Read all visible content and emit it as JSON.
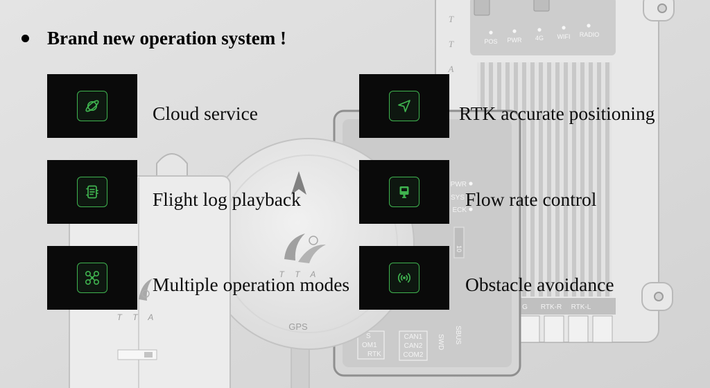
{
  "slide": {
    "heading": "Brand new operation system !"
  },
  "features": {
    "left": [
      {
        "label": "Cloud service",
        "icon": "planet-icon"
      },
      {
        "label": "Flight log playback",
        "icon": "log-book-icon"
      },
      {
        "label": "Multiple operation modes",
        "icon": "drone-icon"
      }
    ],
    "right": [
      {
        "label": "RTK accurate positioning",
        "icon": "navigation-arrow-icon"
      },
      {
        "label": "Flow rate control",
        "icon": "flow-meter-icon"
      },
      {
        "label": "Obstacle avoidance",
        "icon": "radar-signal-icon"
      }
    ]
  },
  "colors": {
    "background": "#d9d9d9",
    "tile": "#0a0a0a",
    "icon_accent": "#3fb34f",
    "text": "#0d0d0d"
  },
  "background_photo": {
    "controller": {
      "indicators": [
        "POS",
        "PWR",
        "4G",
        "WIFI",
        "RADIO"
      ],
      "ports": [
        "G",
        "RTK-R",
        "RTK-L"
      ],
      "brand": "T T A"
    },
    "gps_module": {
      "label": "GPS",
      "brand": "T T A"
    },
    "control_board": {
      "leds": [
        "PWR",
        "SYS",
        "ECK"
      ],
      "port_box": [
        "CAN1",
        "CAN2",
        "COM2"
      ],
      "port_side": [
        "S",
        "OM1",
        "RTK"
      ],
      "vertical_ports": [
        "SWD",
        "SBUS"
      ],
      "strip_label": "10"
    },
    "left_module": {
      "brand": "T T A"
    }
  }
}
